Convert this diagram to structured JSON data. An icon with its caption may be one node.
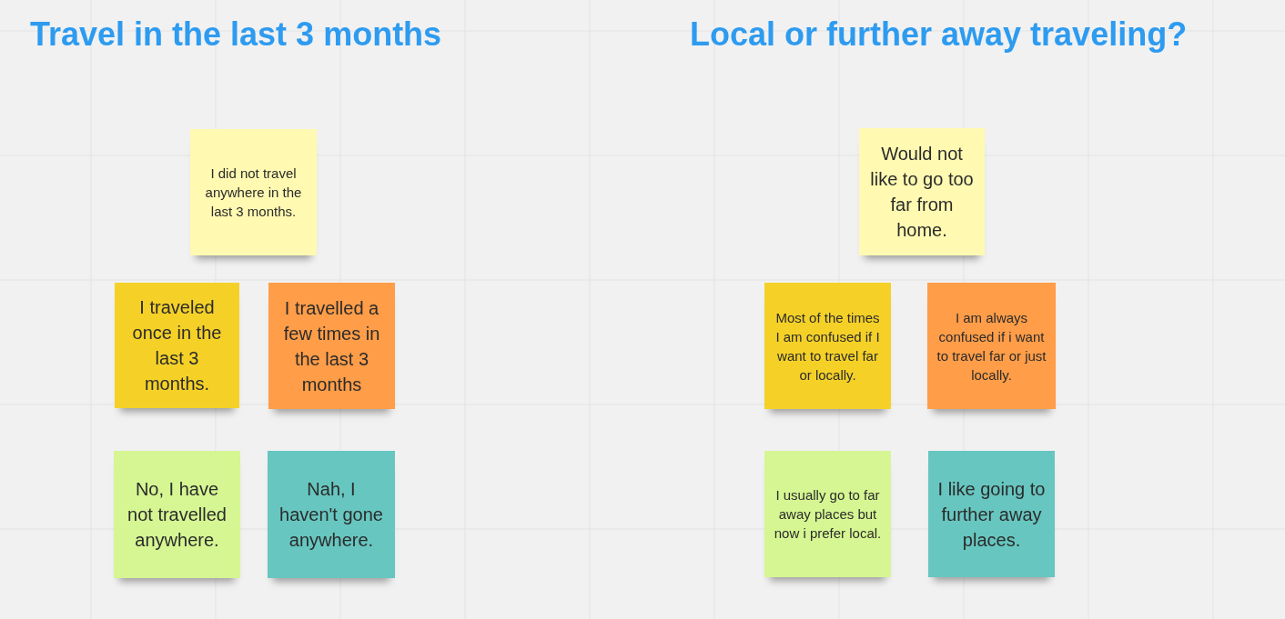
{
  "diagram": {
    "nodes": [
      {
        "text": [
          "I did not travel anywhere in the last 3 months."
        ]
      },
      {
        "text": [
          "I traveled once in the last 3 months."
        ]
      },
      {
        "text": [
          "I travelled a few times in the last 3 months"
        ]
      },
      {
        "text": [
          "No, I have not travelled anywhere."
        ]
      },
      {
        "text": [
          "Nah, I haven't gone anywhere."
        ]
      },
      {
        "text": [
          "Would not like to go too far from home."
        ]
      },
      {
        "text": [
          "Most of the times I am confused if I want to travel far or locally."
        ]
      },
      {
        "text": [
          "I am always confused if i want to travel far or just locally."
        ]
      },
      {
        "text": [
          "I usually go to far away places but now i prefer local."
        ]
      },
      {
        "text": [
          "I like going to further away places."
        ]
      }
    ],
    "edges": [],
    "labels": [
      "Travel in the last 3 months",
      "Local or further away traveling?"
    ]
  }
}
